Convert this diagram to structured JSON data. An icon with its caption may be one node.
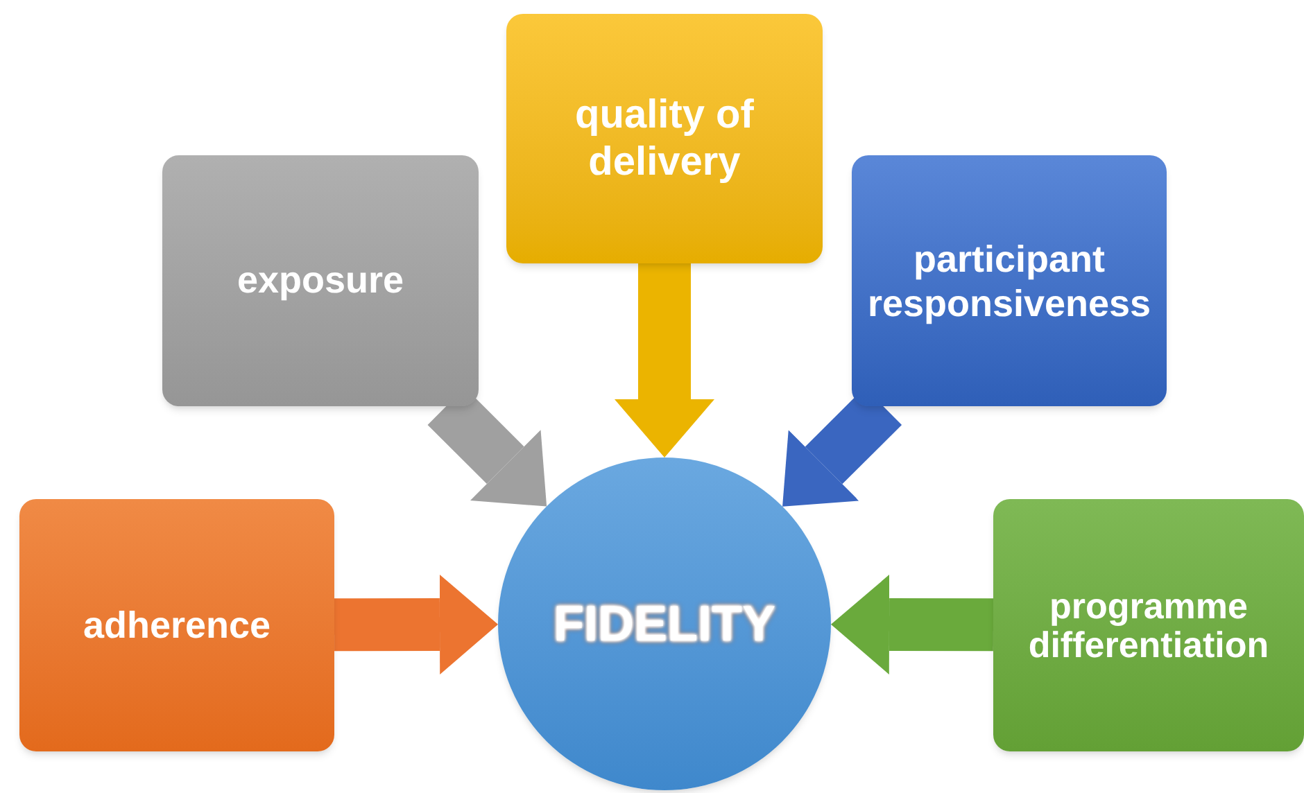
{
  "diagram": {
    "nodes": [
      {
        "text": [
          "exposure"
        ]
      },
      {
        "text": [
          "quality of delivery"
        ]
      },
      {
        "text": [
          "participant responsiveness"
        ]
      },
      {
        "text": [
          "adherence"
        ]
      },
      {
        "text": [
          "FIDELITY"
        ]
      },
      {
        "text": [
          "programme differentiation"
        ]
      }
    ],
    "edges": [
      {
        "from": 0,
        "to": 4,
        "arrow": "to",
        "color": "#a0a0a0"
      },
      {
        "from": 1,
        "to": 4,
        "arrow": "to",
        "color": "#ebb400"
      },
      {
        "from": 2,
        "to": 4,
        "arrow": "to",
        "color": "#3a66c0"
      },
      {
        "from": 3,
        "to": 4,
        "arrow": "to",
        "color": "#ec7430"
      },
      {
        "from": 5,
        "to": 4,
        "arrow": "to",
        "color": "#6aaa3c"
      }
    ]
  }
}
